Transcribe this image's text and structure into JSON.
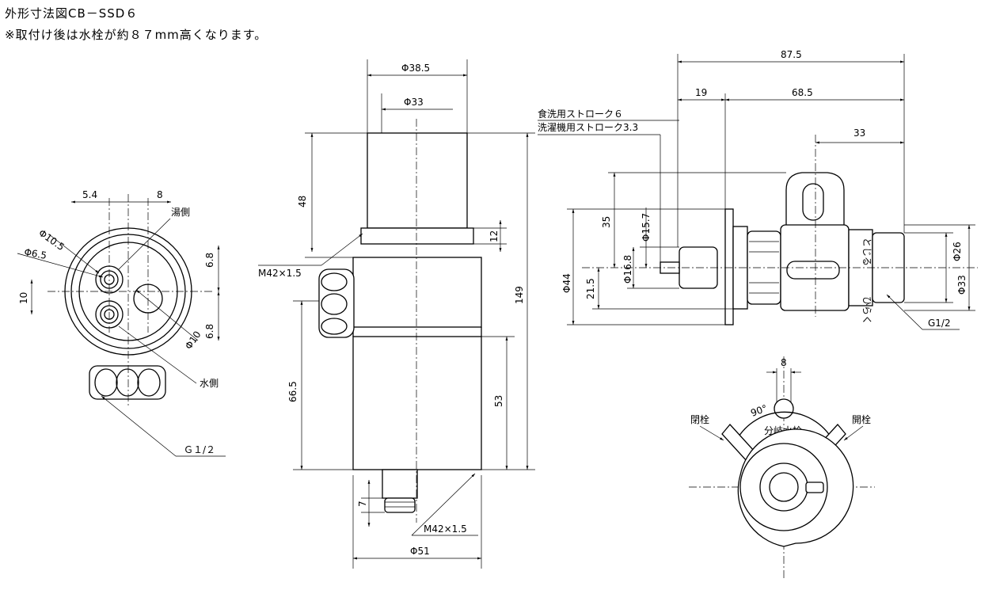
{
  "header": {
    "title": "外形寸法図CB－SSD６",
    "note": "※取付け後は水栓が約８７mm高くなります。"
  },
  "labels": {
    "top": {
      "dim_5_4": "5.4",
      "dim_8": "8",
      "yugawa": "湯側",
      "phi_10_5": "Φ10.5",
      "phi_6_5": "Φ6.5",
      "dim_6_8_top": "6.8",
      "dim_10": "10",
      "dim_6_8_bottom": "6.8",
      "phi_10": "Φ10",
      "mizugawa": "水側",
      "g_half": "Ｇ１/２"
    },
    "front": {
      "phi_38_5": "Φ38.5",
      "phi_33": "Φ33",
      "dim_48": "48",
      "dim_12": "12",
      "m42_top": "M42×1.5",
      "dim_149": "149",
      "dim_66_5": "66.5",
      "dim_53": "53",
      "dim_7": "7",
      "m42_bottom": "M42×1.5",
      "phi_51": "Φ51"
    },
    "side": {
      "dim_87_5": "87.5",
      "dim_19": "19",
      "dim_68_5": "68.5",
      "stroke_dish": "食洗用ストローク６",
      "stroke_wash": "洗濯機用ストローク3.3",
      "dim_33": "33",
      "dim_35": "35",
      "phi_15_7": "Φ15.7",
      "phi_16_8": "Φ16.8",
      "phi_44": "Φ44",
      "dim_21_5": "21.5",
      "hiraku": "ひらく",
      "tojiru": "とじる",
      "phi_26": "Φ26",
      "phi_33": "Φ33",
      "g_half": "G1/2"
    },
    "valve": {
      "dim_8": "8",
      "angle": "90°",
      "close_left": "閉栓",
      "close_right": "開栓",
      "branch": "分岐水栓"
    }
  }
}
